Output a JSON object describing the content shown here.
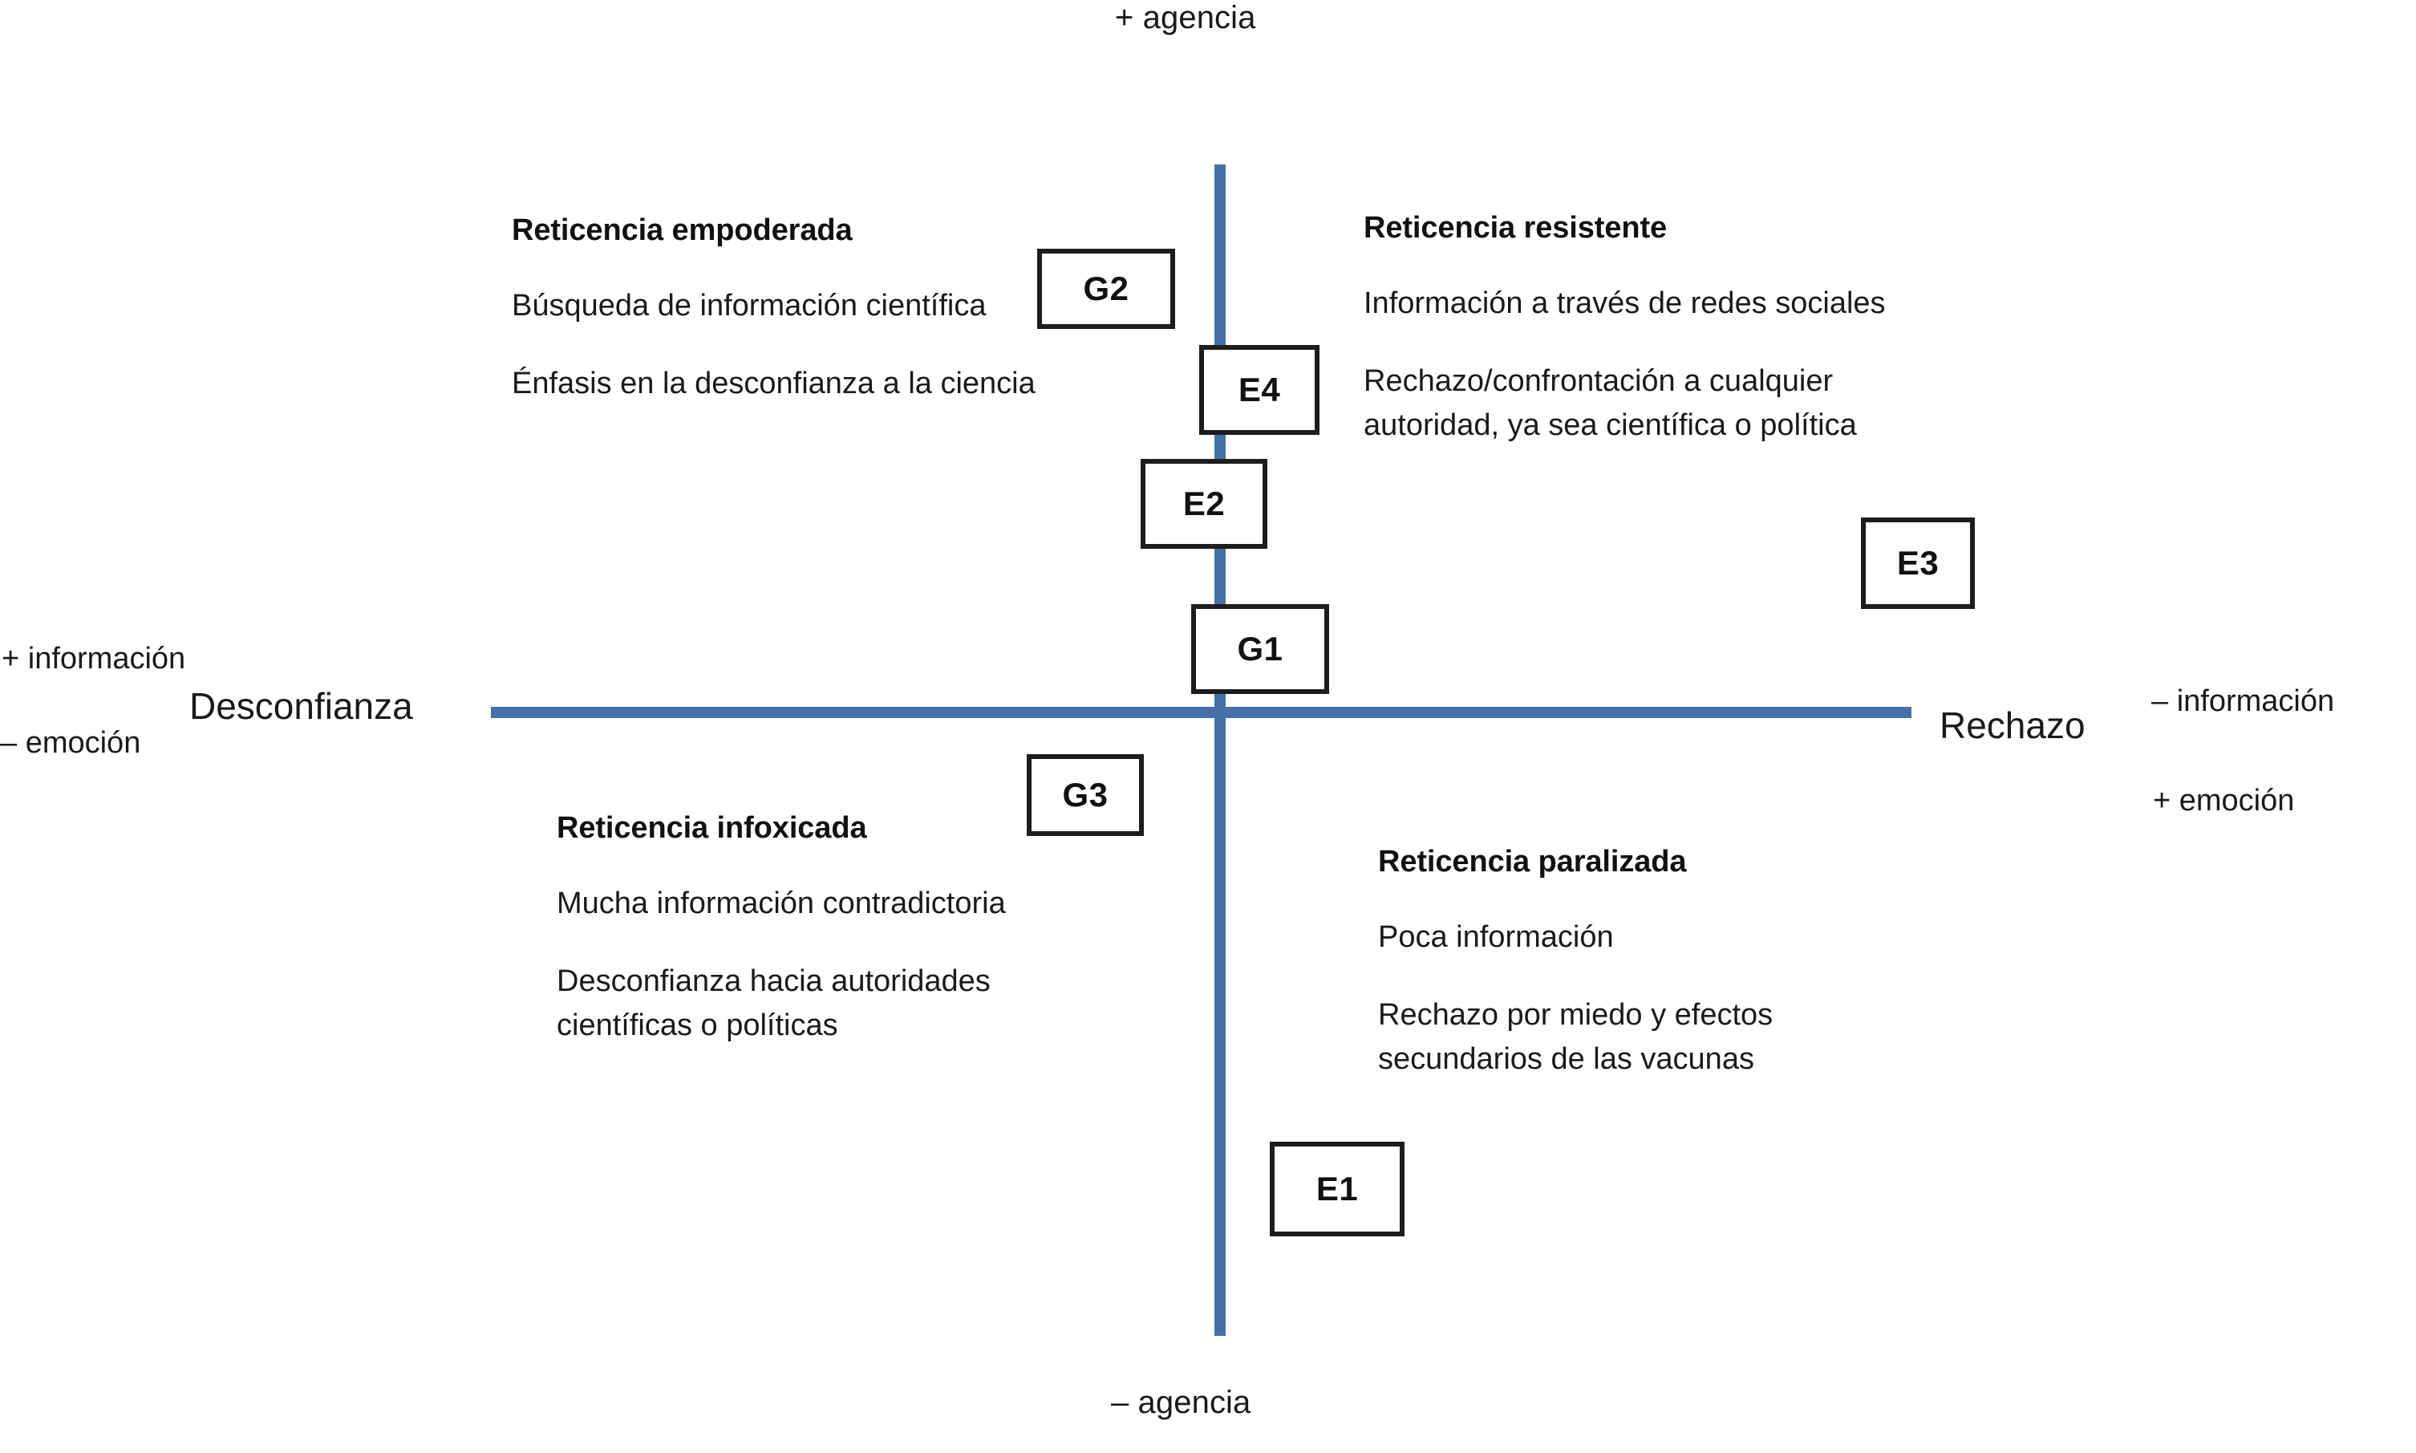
{
  "axes": {
    "top_label": "+ agencia",
    "bottom_label": "– agencia",
    "left_axis_name": "Desconfianza",
    "right_axis_name": "Rechazo",
    "left_notes": {
      "information": "+ información",
      "emotion": "– emoción"
    },
    "right_notes": {
      "information": "– información",
      "emotion": "+ emoción"
    },
    "line_color": "#4472a8"
  },
  "quadrants": {
    "top_left": {
      "title": "Reticencia empoderada",
      "points": [
        "Búsqueda de información científica",
        "Énfasis en la desconfianza a la ciencia"
      ]
    },
    "top_right": {
      "title": "Reticencia resistente",
      "points": [
        "Información a través de redes sociales",
        "Rechazo/confrontación a cualquier autoridad, ya sea científica o política"
      ]
    },
    "bottom_left": {
      "title": "Reticencia infoxicada",
      "points": [
        "Mucha información contradictoria",
        "Desconfianza hacia autoridades científicas o políticas"
      ]
    },
    "bottom_right": {
      "title": "Reticencia paralizada",
      "points": [
        "Poca información",
        "Rechazo por miedo y efectos secundarios de las vacunas"
      ]
    }
  },
  "nodes": [
    {
      "id": "g2",
      "label": "G2"
    },
    {
      "id": "e4",
      "label": "E4"
    },
    {
      "id": "e2",
      "label": "E2"
    },
    {
      "id": "g1",
      "label": "G1"
    },
    {
      "id": "e3",
      "label": "E3"
    },
    {
      "id": "g3",
      "label": "G3"
    },
    {
      "id": "e1",
      "label": "E1"
    }
  ]
}
